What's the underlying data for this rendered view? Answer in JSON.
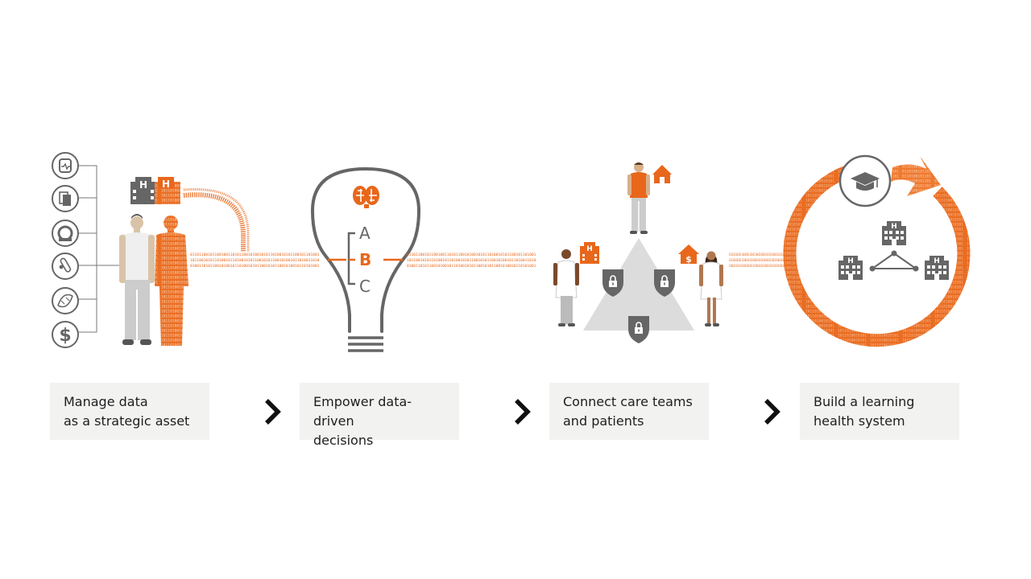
{
  "steps": [
    {
      "label": "Manage data\nas a strategic asset"
    },
    {
      "label": "Empower data-driven\ndecisions"
    },
    {
      "label": "Connect care teams\nand patients"
    },
    {
      "label": "Build a learning\nhealth system"
    }
  ],
  "bulb": {
    "options": [
      "A",
      "B",
      "C"
    ]
  },
  "icons": {
    "stage1": [
      "smartwatch-icon",
      "documents-icon",
      "scanner-icon",
      "test-tube-icon",
      "dna-icon",
      "dollar-icon"
    ],
    "hospital_letter": "H",
    "dollar_symbol": "$"
  },
  "binary": {
    "row1": "0110110010110010011010110010100101011010010101100101101001",
    "row2": "1011001010110100101101001010110010101100101001011010011010",
    "row3": "0100110101100101001011010010101100101011001010010110101001"
  },
  "colors": {
    "accent": "#e8671b",
    "gray": "#666666",
    "light_gray": "#dcdcdc",
    "box": "#f2f2f1"
  }
}
